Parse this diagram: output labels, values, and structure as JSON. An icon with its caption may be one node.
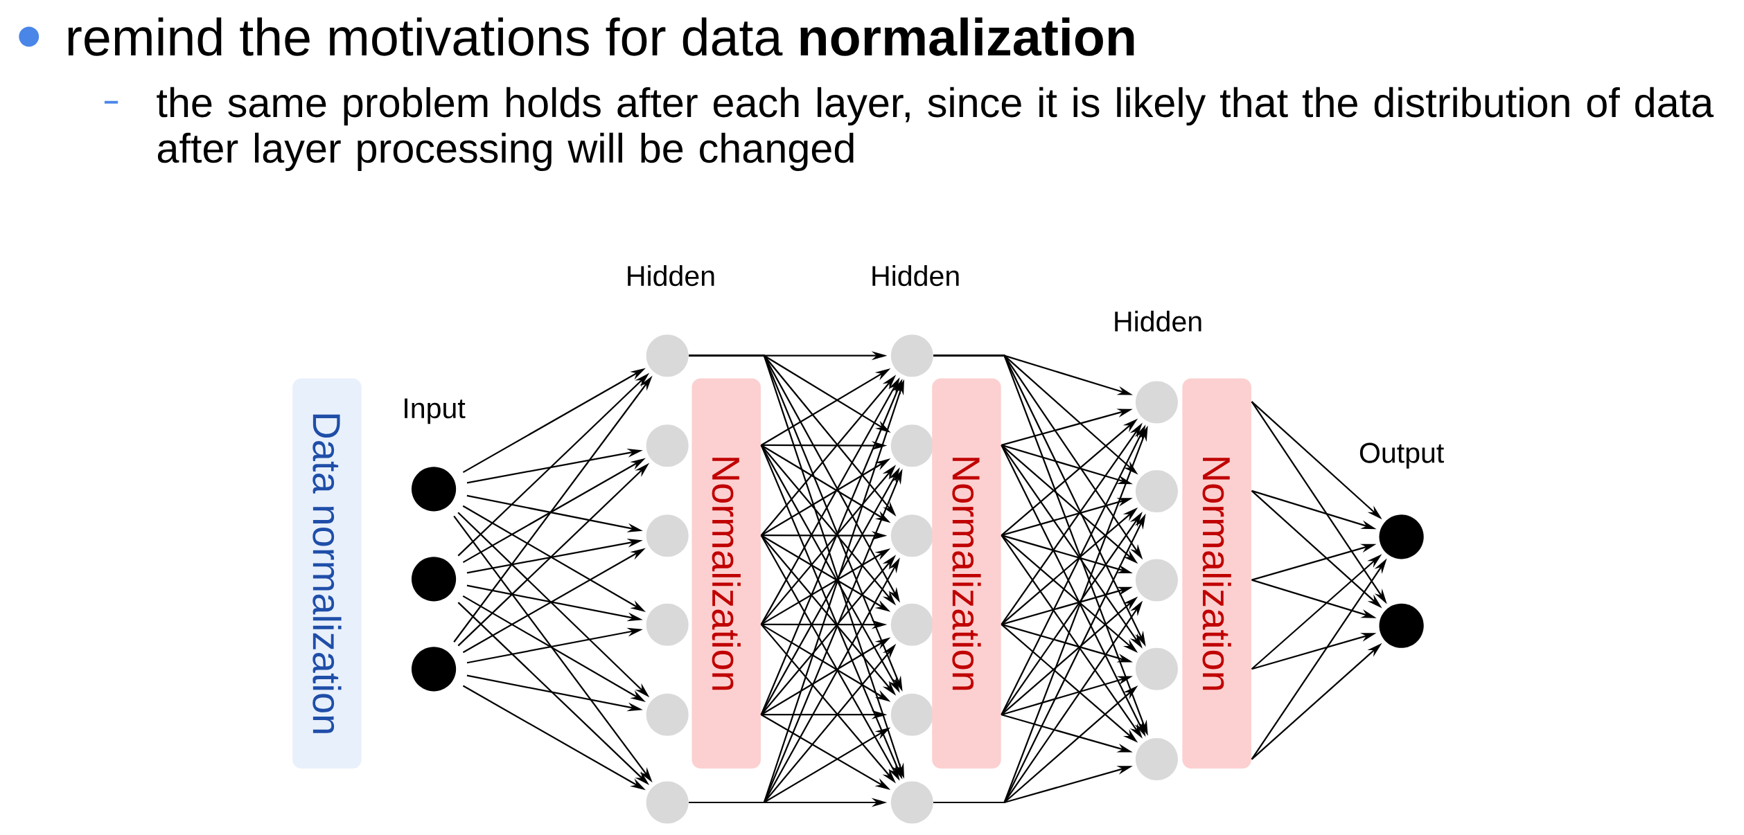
{
  "diagram": {
    "title": "remind the motivations for data **normalization**",
    "nodes": [
      {
        "text": [
          "Data normalization"
        ]
      },
      {
        "text": [],
        "shape": "circle"
      },
      {
        "text": [],
        "shape": "circle"
      },
      {
        "text": [],
        "shape": "circle"
      },
      {
        "text": [],
        "shape": "circle"
      },
      {
        "text": [],
        "shape": "circle"
      },
      {
        "text": [],
        "shape": "circle"
      },
      {
        "text": [],
        "shape": "circle"
      },
      {
        "text": [],
        "shape": "circle"
      },
      {
        "text": [],
        "shape": "circle"
      },
      {
        "text": [
          "Normalization"
        ]
      },
      {
        "text": [],
        "shape": "circle"
      },
      {
        "text": [],
        "shape": "circle"
      },
      {
        "text": [],
        "shape": "circle"
      },
      {
        "text": [],
        "shape": "circle"
      },
      {
        "text": [],
        "shape": "circle"
      },
      {
        "text": [],
        "shape": "circle"
      },
      {
        "text": [
          "Normalization"
        ]
      },
      {
        "text": [],
        "shape": "circle"
      },
      {
        "text": [],
        "shape": "circle"
      },
      {
        "text": [],
        "shape": "circle"
      },
      {
        "text": [],
        "shape": "circle"
      },
      {
        "text": [],
        "shape": "circle"
      },
      {
        "text": [
          "Normalization"
        ]
      },
      {
        "text": [],
        "shape": "circle"
      },
      {
        "text": [],
        "shape": "circle"
      }
    ],
    "edges": [
      {
        "from": 1,
        "to": 4,
        "arrow": "to"
      },
      {
        "from": 1,
        "to": 5,
        "arrow": "to"
      },
      {
        "from": 1,
        "to": 6,
        "arrow": "to"
      },
      {
        "from": 1,
        "to": 7,
        "arrow": "to"
      },
      {
        "from": 1,
        "to": 8,
        "arrow": "to"
      },
      {
        "from": 1,
        "to": 9,
        "arrow": "to"
      },
      {
        "from": 2,
        "to": 4,
        "arrow": "to"
      },
      {
        "from": 2,
        "to": 5,
        "arrow": "to"
      },
      {
        "from": 2,
        "to": 6,
        "arrow": "to"
      },
      {
        "from": 2,
        "to": 7,
        "arrow": "to"
      },
      {
        "from": 2,
        "to": 8,
        "arrow": "to"
      },
      {
        "from": 2,
        "to": 9,
        "arrow": "to"
      },
      {
        "from": 3,
        "to": 4,
        "arrow": "to"
      },
      {
        "from": 3,
        "to": 5,
        "arrow": "to"
      },
      {
        "from": 3,
        "to": 6,
        "arrow": "to"
      },
      {
        "from": 3,
        "to": 7,
        "arrow": "to"
      },
      {
        "from": 3,
        "to": 8,
        "arrow": "to"
      },
      {
        "from": 3,
        "to": 9,
        "arrow": "to"
      },
      {
        "from": 4,
        "to": 11,
        "arrow": "to"
      },
      {
        "from": 4,
        "to": 12,
        "arrow": "to"
      },
      {
        "from": 4,
        "to": 13,
        "arrow": "to"
      },
      {
        "from": 4,
        "to": 14,
        "arrow": "to"
      },
      {
        "from": 4,
        "to": 15,
        "arrow": "to"
      },
      {
        "from": 4,
        "to": 16,
        "arrow": "to"
      },
      {
        "from": 10,
        "to": 11,
        "arrow": "to"
      },
      {
        "from": 10,
        "to": 12,
        "arrow": "to"
      },
      {
        "from": 10,
        "to": 13,
        "arrow": "to"
      },
      {
        "from": 10,
        "to": 14,
        "arrow": "to"
      },
      {
        "from": 10,
        "to": 15,
        "arrow": "to"
      },
      {
        "from": 10,
        "to": 16,
        "arrow": "to"
      },
      {
        "from": 10,
        "to": 11,
        "arrow": "to"
      },
      {
        "from": 10,
        "to": 12,
        "arrow": "to"
      },
      {
        "from": 10,
        "to": 13,
        "arrow": "to"
      },
      {
        "from": 10,
        "to": 14,
        "arrow": "to"
      },
      {
        "from": 10,
        "to": 15,
        "arrow": "to"
      },
      {
        "from": 10,
        "to": 16,
        "arrow": "to"
      },
      {
        "from": 10,
        "to": 11,
        "arrow": "to"
      },
      {
        "from": 10,
        "to": 12,
        "arrow": "to"
      },
      {
        "from": 10,
        "to": 13,
        "arrow": "to"
      },
      {
        "from": 10,
        "to": 14,
        "arrow": "to"
      },
      {
        "from": 10,
        "to": 15,
        "arrow": "to"
      },
      {
        "from": 10,
        "to": 16,
        "arrow": "to"
      },
      {
        "from": 10,
        "to": 11,
        "arrow": "to"
      },
      {
        "from": 10,
        "to": 12,
        "arrow": "to"
      },
      {
        "from": 10,
        "to": 13,
        "arrow": "to"
      },
      {
        "from": 10,
        "to": 14,
        "arrow": "to"
      },
      {
        "from": 10,
        "to": 15,
        "arrow": "to"
      },
      {
        "from": 10,
        "to": 16,
        "arrow": "to"
      },
      {
        "from": 9,
        "to": 11,
        "arrow": "to"
      },
      {
        "from": 9,
        "to": 12,
        "arrow": "to"
      },
      {
        "from": 9,
        "to": 13,
        "arrow": "to"
      },
      {
        "from": 9,
        "to": 14,
        "arrow": "to"
      },
      {
        "from": 9,
        "to": 15,
        "arrow": "to"
      },
      {
        "from": 9,
        "to": 16,
        "arrow": "to"
      },
      {
        "from": 11,
        "to": 18,
        "arrow": "to"
      },
      {
        "from": 11,
        "to": 19,
        "arrow": "to"
      },
      {
        "from": 11,
        "to": 20,
        "arrow": "to"
      },
      {
        "from": 11,
        "to": 21,
        "arrow": "to"
      },
      {
        "from": 11,
        "to": 22,
        "arrow": "to"
      },
      {
        "from": 17,
        "to": 18,
        "arrow": "to"
      },
      {
        "from": 17,
        "to": 19,
        "arrow": "to"
      },
      {
        "from": 17,
        "to": 20,
        "arrow": "to"
      },
      {
        "from": 17,
        "to": 21,
        "arrow": "to"
      },
      {
        "from": 17,
        "to": 22,
        "arrow": "to"
      },
      {
        "from": 17,
        "to": 18,
        "arrow": "to"
      },
      {
        "from": 17,
        "to": 19,
        "arrow": "to"
      },
      {
        "from": 17,
        "to": 20,
        "arrow": "to"
      },
      {
        "from": 17,
        "to": 21,
        "arrow": "to"
      },
      {
        "from": 17,
        "to": 22,
        "arrow": "to"
      },
      {
        "from": 17,
        "to": 18,
        "arrow": "to"
      },
      {
        "from": 17,
        "to": 19,
        "arrow": "to"
      },
      {
        "from": 17,
        "to": 20,
        "arrow": "to"
      },
      {
        "from": 17,
        "to": 21,
        "arrow": "to"
      },
      {
        "from": 17,
        "to": 22,
        "arrow": "to"
      },
      {
        "from": 17,
        "to": 18,
        "arrow": "to"
      },
      {
        "from": 17,
        "to": 19,
        "arrow": "to"
      },
      {
        "from": 17,
        "to": 20,
        "arrow": "to"
      },
      {
        "from": 17,
        "to": 21,
        "arrow": "to"
      },
      {
        "from": 17,
        "to": 22,
        "arrow": "to"
      },
      {
        "from": 16,
        "to": 18,
        "arrow": "to"
      },
      {
        "from": 16,
        "to": 19,
        "arrow": "to"
      },
      {
        "from": 16,
        "to": 20,
        "arrow": "to"
      },
      {
        "from": 16,
        "to": 21,
        "arrow": "to"
      },
      {
        "from": 16,
        "to": 22,
        "arrow": "to"
      },
      {
        "from": 23,
        "to": 24,
        "arrow": "to"
      },
      {
        "from": 23,
        "to": 25,
        "arrow": "to"
      },
      {
        "from": 23,
        "to": 24,
        "arrow": "to"
      },
      {
        "from": 23,
        "to": 25,
        "arrow": "to"
      },
      {
        "from": 23,
        "to": 24,
        "arrow": "to"
      },
      {
        "from": 23,
        "to": 25,
        "arrow": "to"
      },
      {
        "from": 23,
        "to": 24,
        "arrow": "to"
      },
      {
        "from": 23,
        "to": 25,
        "arrow": "to"
      },
      {
        "from": 23,
        "to": 24,
        "arrow": "to"
      },
      {
        "from": 23,
        "to": 25,
        "arrow": "to"
      }
    ],
    "labels": [
      "the same problem holds after each layer, since it is likely that the distribution of data after layer processing will be changed",
      "Hidden",
      "Hidden",
      "Hidden",
      "Input",
      "Output"
    ]
  }
}
